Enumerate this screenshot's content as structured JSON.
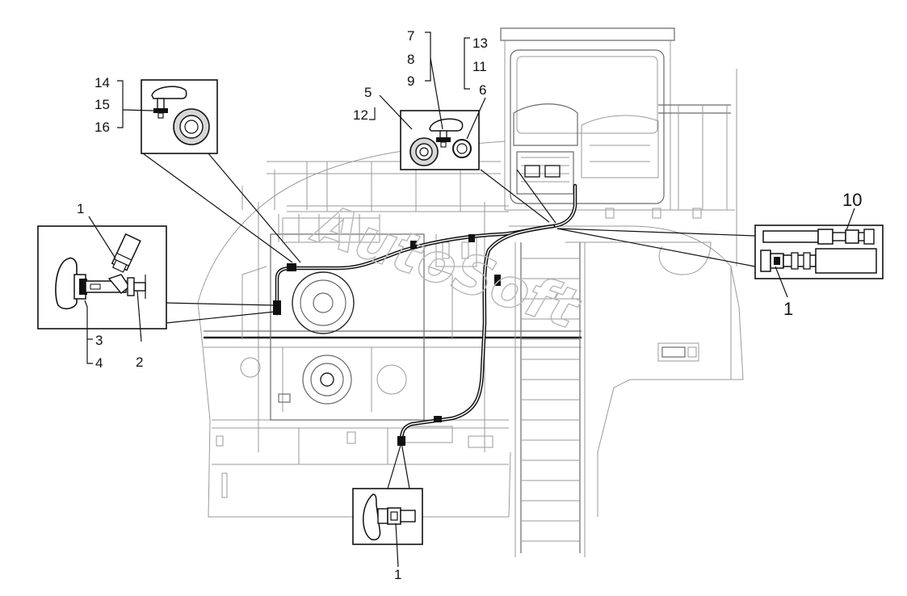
{
  "watermark": "AutoSoft",
  "callouts": {
    "c1_left": "1",
    "c2": "2",
    "c3": "3",
    "c4": "4",
    "c5": "5",
    "c6": "6",
    "c7": "7",
    "c8": "8",
    "c9": "9",
    "c10": "10",
    "c11": "11",
    "c12": "12",
    "c13": "13",
    "c14": "14",
    "c15": "15",
    "c16": "16",
    "c1_right": "1",
    "c1_bottom": "1"
  },
  "colors": {
    "ink": "#111111",
    "linework": "#9a9a9a",
    "watermark": "#b8b8b8"
  }
}
